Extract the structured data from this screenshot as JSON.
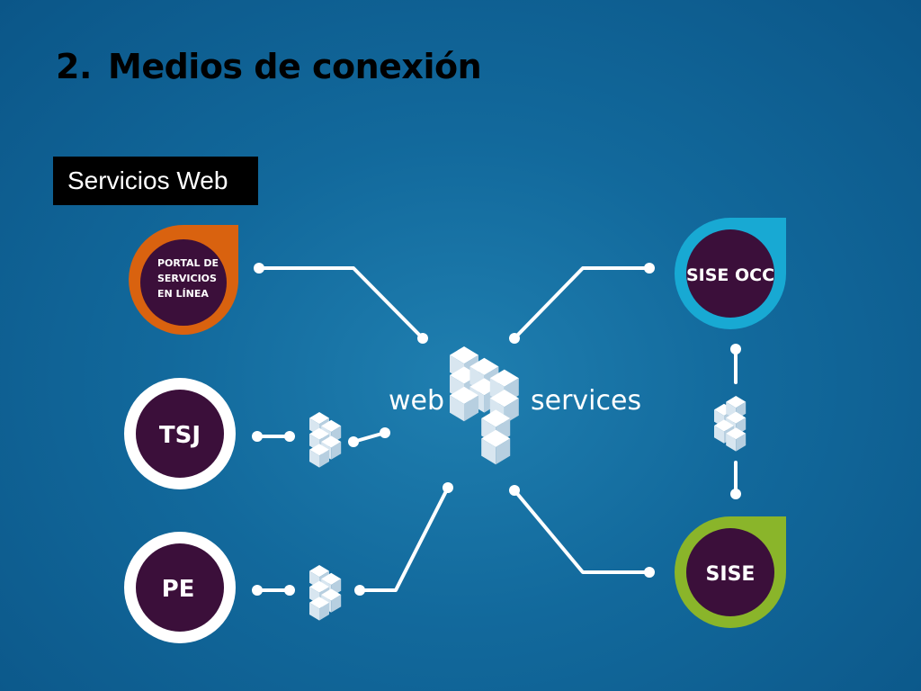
{
  "slide": {
    "number": "2.",
    "title": "Medios de conexión",
    "subtitle": "Servicios Web"
  },
  "diagram": {
    "center": {
      "left_text": "web",
      "right_text": "services"
    },
    "nodes": {
      "portal": {
        "lines": [
          "PORTAL DE",
          "SERVICIOS",
          "EN LÍNEA"
        ],
        "ring_color": "#d9620f"
      },
      "tsj": {
        "label": "TSJ",
        "ring_color": "#ffffff"
      },
      "pe": {
        "label": "PE",
        "ring_color": "#ffffff"
      },
      "sise_occ": {
        "label": "SISE OCC",
        "ring_color": "#18a9d3"
      },
      "sise": {
        "label": "SISE",
        "ring_color": "#8ab52a"
      }
    },
    "inner_color": "#3b0f3a",
    "icons": [
      "web-services-cubes-icon",
      "adapter-cubes-icon",
      "connector-dot-icon"
    ]
  }
}
